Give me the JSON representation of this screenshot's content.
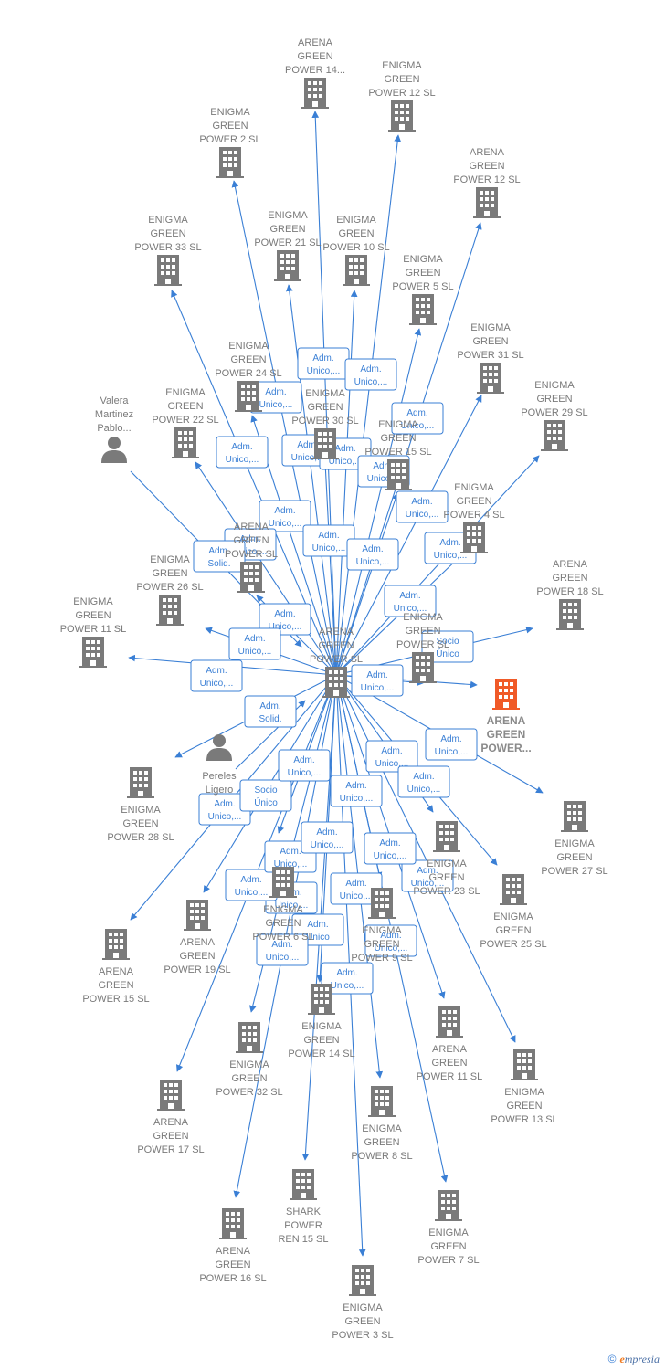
{
  "colors": {
    "edge": "#3a7fd5",
    "node": "#7a7a7a",
    "focus": "#f05a28",
    "badge_text": "#3a7fd5"
  },
  "center": {
    "id": "center",
    "lines": [
      "ARENA",
      "GREEN",
      "POWER SL"
    ]
  },
  "nodes": [
    {
      "id": "ag14",
      "lines": [
        "ARENA",
        "GREEN",
        "POWER 14..."
      ],
      "icon": "building-icon"
    },
    {
      "id": "eg12",
      "lines": [
        "ENIGMA",
        "GREEN",
        "POWER 12 SL"
      ],
      "icon": "building-icon"
    },
    {
      "id": "eg2",
      "lines": [
        "ENIGMA",
        "GREEN",
        "POWER 2 SL"
      ],
      "icon": "building-icon"
    },
    {
      "id": "ag12",
      "lines": [
        "ARENA",
        "GREEN",
        "POWER 12 SL"
      ],
      "icon": "building-icon"
    },
    {
      "id": "eg33",
      "lines": [
        "ENIGMA",
        "GREEN",
        "POWER 33 SL"
      ],
      "icon": "building-icon"
    },
    {
      "id": "eg21",
      "lines": [
        "ENIGMA",
        "GREEN",
        "POWER 21 SL"
      ],
      "icon": "building-icon"
    },
    {
      "id": "eg10",
      "lines": [
        "ENIGMA",
        "GREEN",
        "POWER 10 SL"
      ],
      "icon": "building-icon"
    },
    {
      "id": "eg5",
      "lines": [
        "ENIGMA",
        "GREEN",
        "POWER 5 SL"
      ],
      "icon": "building-icon"
    },
    {
      "id": "eg31",
      "lines": [
        "ENIGMA",
        "GREEN",
        "POWER 31 SL"
      ],
      "icon": "building-icon"
    },
    {
      "id": "eg24",
      "lines": [
        "ENIGMA",
        "GREEN",
        "POWER 24 SL"
      ],
      "icon": "building-icon"
    },
    {
      "id": "eg29",
      "lines": [
        "ENIGMA",
        "GREEN",
        "POWER 29 SL"
      ],
      "icon": "building-icon"
    },
    {
      "id": "valera",
      "lines": [
        "Valera",
        "Martinez",
        "Pablo..."
      ],
      "icon": "person-icon"
    },
    {
      "id": "eg22",
      "lines": [
        "ENIGMA",
        "GREEN",
        "POWER 22 SL"
      ],
      "icon": "building-icon"
    },
    {
      "id": "eg30",
      "lines": [
        "ENIGMA",
        "GREEN",
        "POWER 30 SL"
      ],
      "icon": "building-icon"
    },
    {
      "id": "eg15",
      "lines": [
        "ENIGMA",
        "GREEN",
        "POWER 15 SL"
      ],
      "icon": "building-icon"
    },
    {
      "id": "eg4",
      "lines": [
        "ENIGMA",
        "GREEN",
        "POWER 4 SL"
      ],
      "icon": "building-icon"
    },
    {
      "id": "ag_mid",
      "lines": [
        "ARENA",
        "GREEN",
        "POWER SL"
      ],
      "icon": "building-icon"
    },
    {
      "id": "eg26",
      "lines": [
        "ENIGMA",
        "GREEN",
        "POWER 26 SL"
      ],
      "icon": "building-icon"
    },
    {
      "id": "ag18",
      "lines": [
        "ARENA",
        "GREEN",
        "POWER 18 SL"
      ],
      "icon": "building-icon"
    },
    {
      "id": "eg11",
      "lines": [
        "ENIGMA",
        "GREEN",
        "POWER 11 SL"
      ],
      "icon": "building-icon"
    },
    {
      "id": "egpow",
      "lines": [
        "ENIGMA",
        "GREEN",
        "POWER SL"
      ],
      "icon": "building-icon"
    },
    {
      "id": "focus",
      "lines": [
        "ARENA",
        "GREEN",
        "POWER..."
      ],
      "icon": "building-icon",
      "focus": true
    },
    {
      "id": "pereles",
      "lines": [
        "Pereles",
        "Ligero"
      ],
      "icon": "person-icon"
    },
    {
      "id": "eg28",
      "lines": [
        "ENIGMA",
        "GREEN",
        "POWER 28 SL"
      ],
      "icon": "building-icon"
    },
    {
      "id": "eg27",
      "lines": [
        "ENIGMA",
        "GREEN",
        "POWER 27 SL"
      ],
      "icon": "building-icon"
    },
    {
      "id": "eg23",
      "lines": [
        "ENIGMA",
        "GREEN",
        "POWER 23 SL"
      ],
      "icon": "building-icon"
    },
    {
      "id": "eg6",
      "lines": [
        "ENIGMA",
        "GREEN",
        "POWER 6 SL"
      ],
      "icon": "building-icon"
    },
    {
      "id": "eg25",
      "lines": [
        "ENIGMA",
        "GREEN",
        "POWER 25 SL"
      ],
      "icon": "building-icon"
    },
    {
      "id": "ag19",
      "lines": [
        "ARENA",
        "GREEN",
        "POWER 19 SL"
      ],
      "icon": "building-icon"
    },
    {
      "id": "ag15",
      "lines": [
        "ARENA",
        "GREEN",
        "POWER 15 SL"
      ],
      "icon": "building-icon"
    },
    {
      "id": "eg9",
      "lines": [
        "ENIGMA",
        "GREEN",
        "POWER 9 SL"
      ],
      "icon": "building-icon"
    },
    {
      "id": "eg14",
      "lines": [
        "ENIGMA",
        "GREEN",
        "POWER 14 SL"
      ],
      "icon": "building-icon"
    },
    {
      "id": "ag11",
      "lines": [
        "ARENA",
        "GREEN",
        "POWER 11 SL"
      ],
      "icon": "building-icon"
    },
    {
      "id": "eg32",
      "lines": [
        "ENIGMA",
        "GREEN",
        "POWER 32 SL"
      ],
      "icon": "building-icon"
    },
    {
      "id": "eg13",
      "lines": [
        "ENIGMA",
        "GREEN",
        "POWER 13 SL"
      ],
      "icon": "building-icon"
    },
    {
      "id": "eg8",
      "lines": [
        "ENIGMA",
        "GREEN",
        "POWER 8 SL"
      ],
      "icon": "building-icon"
    },
    {
      "id": "ag17",
      "lines": [
        "ARENA",
        "GREEN",
        "POWER 17 SL"
      ],
      "icon": "building-icon"
    },
    {
      "id": "shark15",
      "lines": [
        "SHARK",
        "POWER",
        "REN 15 SL"
      ],
      "icon": "building-icon"
    },
    {
      "id": "eg7",
      "lines": [
        "ENIGMA",
        "GREEN",
        "POWER 7 SL"
      ],
      "icon": "building-icon"
    },
    {
      "id": "ag16",
      "lines": [
        "ARENA",
        "GREEN",
        "POWER 16 SL"
      ],
      "icon": "building-icon"
    },
    {
      "id": "eg3",
      "lines": [
        "ENIGMA",
        "GREEN",
        "POWER 3 SL"
      ],
      "icon": "building-icon"
    }
  ],
  "edges": [
    {
      "to": "ag14",
      "label": [
        "Adm.",
        "Unico,..."
      ]
    },
    {
      "to": "eg12",
      "label": [
        "Adm.",
        "Unico,..."
      ]
    },
    {
      "to": "eg2",
      "label": [
        "Adm.",
        "Unico,..."
      ]
    },
    {
      "to": "ag12",
      "label": [
        "Adm.",
        "Unico,..."
      ]
    },
    {
      "to": "eg33",
      "label": [
        "Adm.",
        "Unico,..."
      ]
    },
    {
      "to": "eg21",
      "label": [
        "Adm.",
        "Unico,..."
      ]
    },
    {
      "to": "eg10",
      "label": [
        "Adm.",
        "Unico,..."
      ]
    },
    {
      "to": "eg5",
      "label": [
        "Adm.",
        "Unico,..."
      ]
    },
    {
      "to": "eg31",
      "label": [
        "Adm.",
        "Unico,..."
      ]
    },
    {
      "to": "eg24",
      "label": [
        "Adm.",
        "Unico,..."
      ]
    },
    {
      "to": "eg29",
      "label": [
        "Adm.",
        "Unico,..."
      ]
    },
    {
      "to": "eg22",
      "label": [
        "Adm.",
        "Unico,..."
      ]
    },
    {
      "to": "eg30",
      "label": [
        "Adm.",
        "Unico,..."
      ]
    },
    {
      "to": "eg15",
      "label": [
        "Adm.",
        "Unico,..."
      ]
    },
    {
      "to": "eg4",
      "label": [
        "Adm.",
        "Unico,..."
      ]
    },
    {
      "to": "ag_mid",
      "label": [
        "Adm.",
        "Unico,..."
      ]
    },
    {
      "to": "eg26",
      "label": [
        "Adm.",
        "Unico,..."
      ]
    },
    {
      "to": "ag18",
      "label": []
    },
    {
      "to": "eg11",
      "label": [
        "Adm.",
        "Unico,..."
      ]
    },
    {
      "to": "egpow",
      "label": [
        "Adm.",
        "Unico,..."
      ]
    },
    {
      "to": "focus",
      "label": [
        "Socio",
        "Único"
      ]
    },
    {
      "to": "eg28",
      "label": [
        "Adm.",
        "Unico,..."
      ]
    },
    {
      "to": "eg27",
      "label": [
        "Adm.",
        "Unico,..."
      ]
    },
    {
      "to": "eg23",
      "label": [
        "Adm.",
        "Unico,..."
      ]
    },
    {
      "to": "eg6",
      "label": [
        "Adm.",
        "Unico,..."
      ]
    },
    {
      "to": "eg25",
      "label": [
        "Adm.",
        "Unico,..."
      ]
    },
    {
      "to": "ag19",
      "label": [
        "Adm.",
        "Unico,..."
      ]
    },
    {
      "to": "ag15",
      "label": [
        "Socio",
        "Único"
      ]
    },
    {
      "to": "eg9",
      "label": [
        "Adm.",
        "Unico,..."
      ]
    },
    {
      "to": "eg14",
      "label": [
        "Adm.",
        "Unico"
      ]
    },
    {
      "to": "ag11",
      "label": [
        "Adm.",
        "Unico,..."
      ]
    },
    {
      "to": "eg32",
      "label": [
        "Adm.",
        "Unico,..."
      ]
    },
    {
      "to": "eg13",
      "label": [
        "Adm.",
        "Unico,..."
      ]
    },
    {
      "to": "eg8",
      "label": [
        "Adm.",
        "Unico,..."
      ]
    },
    {
      "to": "ag17",
      "label": [
        "Adm.",
        "Unico,..."
      ]
    },
    {
      "to": "shark15",
      "label": [
        "Adm.",
        "Unico,..."
      ]
    },
    {
      "to": "eg7",
      "label": [
        "Adm.",
        "Unico,..."
      ]
    },
    {
      "to": "ag16",
      "label": [
        "Adm.",
        "Unico,..."
      ]
    },
    {
      "to": "eg3",
      "label": [
        "Adm.",
        "Unico,..."
      ]
    }
  ],
  "incoming": [
    {
      "from": "valera",
      "to": "center",
      "label": [
        "Adm.",
        "Solid."
      ]
    },
    {
      "from": "pereles",
      "to": "center",
      "label": [
        "Adm.",
        "Solid."
      ]
    }
  ],
  "brand": {
    "copyright": "©",
    "name_initial": "e",
    "name_rest": "mpresia"
  }
}
